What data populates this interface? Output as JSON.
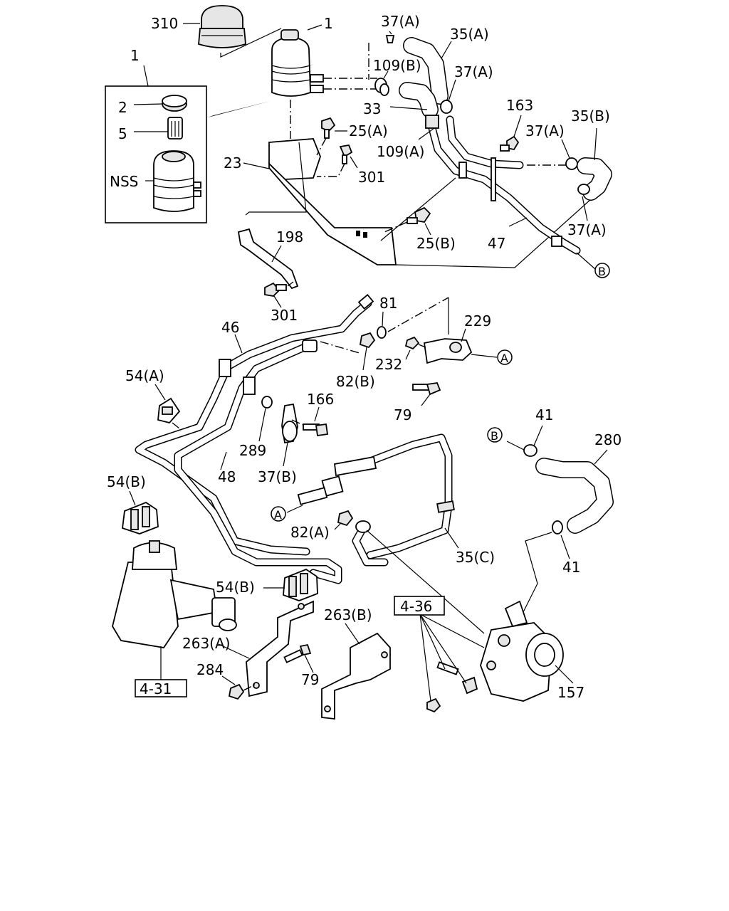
{
  "diagram": {
    "callouts": {
      "c310": "310",
      "c1_top": "1",
      "c1_box": "1",
      "c2": "2",
      "c5": "5",
      "cNSS": "NSS",
      "c37A_1": "37(A)",
      "c35A": "35(A)",
      "c109B": "109(B)",
      "c37A_2": "37(A)",
      "c33": "33",
      "c25A": "25(A)",
      "c109A": "109(A)",
      "c163": "163",
      "c37A_3": "37(A)",
      "c35B": "35(B)",
      "c23": "23",
      "c301_1": "301",
      "c37A_4": "37(A)",
      "c25B": "25(B)",
      "c47": "47",
      "c198": "198",
      "c301_2": "301",
      "c81": "81",
      "c46": "46",
      "c229": "229",
      "c82B": "82(B)",
      "c232": "232",
      "c54A": "54(A)",
      "c166": "166",
      "c79_1": "79",
      "c41_1": "41",
      "c280": "280",
      "c289": "289",
      "c48": "48",
      "c37B": "37(B)",
      "c54B_1": "54(B)",
      "c82A": "82(A)",
      "c35C": "35(C)",
      "c41_2": "41",
      "c54B_2": "54(B)",
      "c263B": "263(B)",
      "c263A": "263(A)",
      "c284": "284",
      "c79_2": "79",
      "c157": "157"
    },
    "connectors": {
      "conn_A1": "A",
      "conn_A2": "A",
      "conn_B1": "B",
      "conn_B2": "B"
    },
    "references": {
      "ref_4_36": "4-36",
      "ref_4_31": "4-31"
    }
  }
}
